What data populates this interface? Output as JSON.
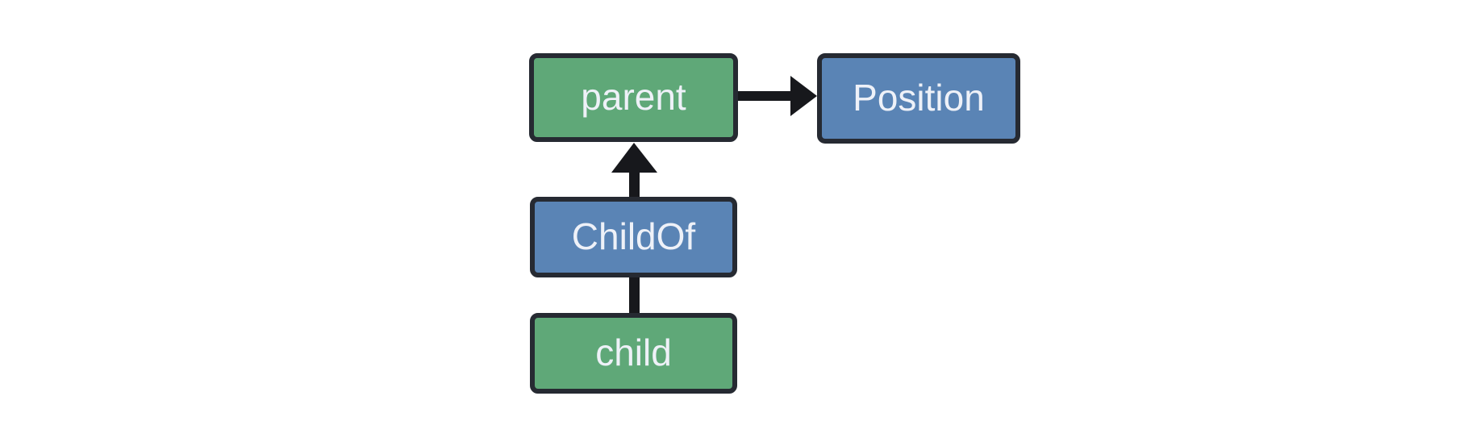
{
  "diagram": {
    "type": "graph",
    "background": "#ffffff",
    "colors": {
      "entity_fill": "#5fa878",
      "component_fill": "#5a84b5",
      "border": "#262a32",
      "arrow": "#17181c",
      "text": "#eef1f8"
    },
    "nodes": {
      "parent": {
        "label": "parent",
        "kind": "entity"
      },
      "position": {
        "label": "Position",
        "kind": "component"
      },
      "childof": {
        "label": "ChildOf",
        "kind": "relationship"
      },
      "child": {
        "label": "child",
        "kind": "entity"
      }
    },
    "edges": [
      {
        "from": "parent",
        "to": "position",
        "arrowhead": true,
        "direction": "right"
      },
      {
        "from": "childof",
        "to": "parent",
        "arrowhead": true,
        "direction": "up"
      },
      {
        "from": "child",
        "to": "childof",
        "arrowhead": false,
        "direction": "up"
      }
    ]
  }
}
